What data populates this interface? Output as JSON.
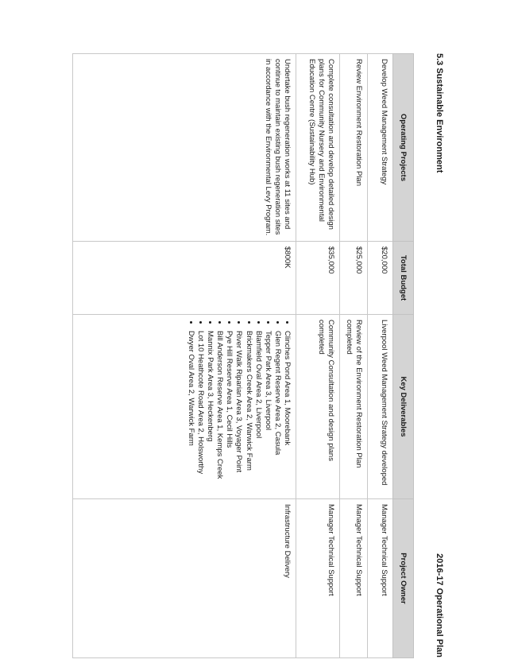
{
  "header": {
    "section_title": "5.3 Sustainable Environment",
    "plan_title": "2016-17 Operational Plan"
  },
  "table": {
    "columns": [
      "Operating Projects",
      "Total Budget",
      "Key Deliverables",
      "Project Owner"
    ],
    "rows": [
      {
        "project": "Develop Weed Management Strategy",
        "budget": "$20,000",
        "deliverable": "Liverpool Weed Management Strategy developed",
        "owner": "Manager Technical Support"
      },
      {
        "project": "Review Environment Restoration Plan",
        "budget": "$25,000",
        "deliverable": "Review of the Environment Restoration Plan completed",
        "owner": "Manager Technical Support"
      },
      {
        "project": "Complete consultation and develop detailed design plans for Community Nursery and Environmental Education Centre (Sustainability Hub)",
        "budget": "$35,000",
        "deliverable": "Community Consultation and design plans completed",
        "owner": "Manager Technical Support"
      },
      {
        "project": "Undertake bush regeneration works at 11 sites and continue to maintain existing bush regeneration sites in accordance with the Environmental Levy Program.",
        "budget": "$800K",
        "deliverables_list": [
          "Clinches Pond Area 1, Moorebank",
          "Glen Regent Reserve Area 2, Casula",
          "Tepper Park Area 3, Liverpool",
          "Blamfield Oval Area 2, Liverpool",
          "Brickmakers Creek Area 2, Warwick Farm",
          "River Walk Riparian Area 3, Voyager Point",
          "Pye Hill Reserve Area 1, Cecil Hills",
          "Bill Anderson Reserve Area 1, Kemps Creek",
          "Mannix Park Area 3, Heckenberg",
          "Lot 10 Heathcote Road Area 2, Holsworthy",
          "Dwyer Oval Area 2, Warwick Farm"
        ],
        "owner": "Infrastructure Delivery"
      }
    ]
  }
}
